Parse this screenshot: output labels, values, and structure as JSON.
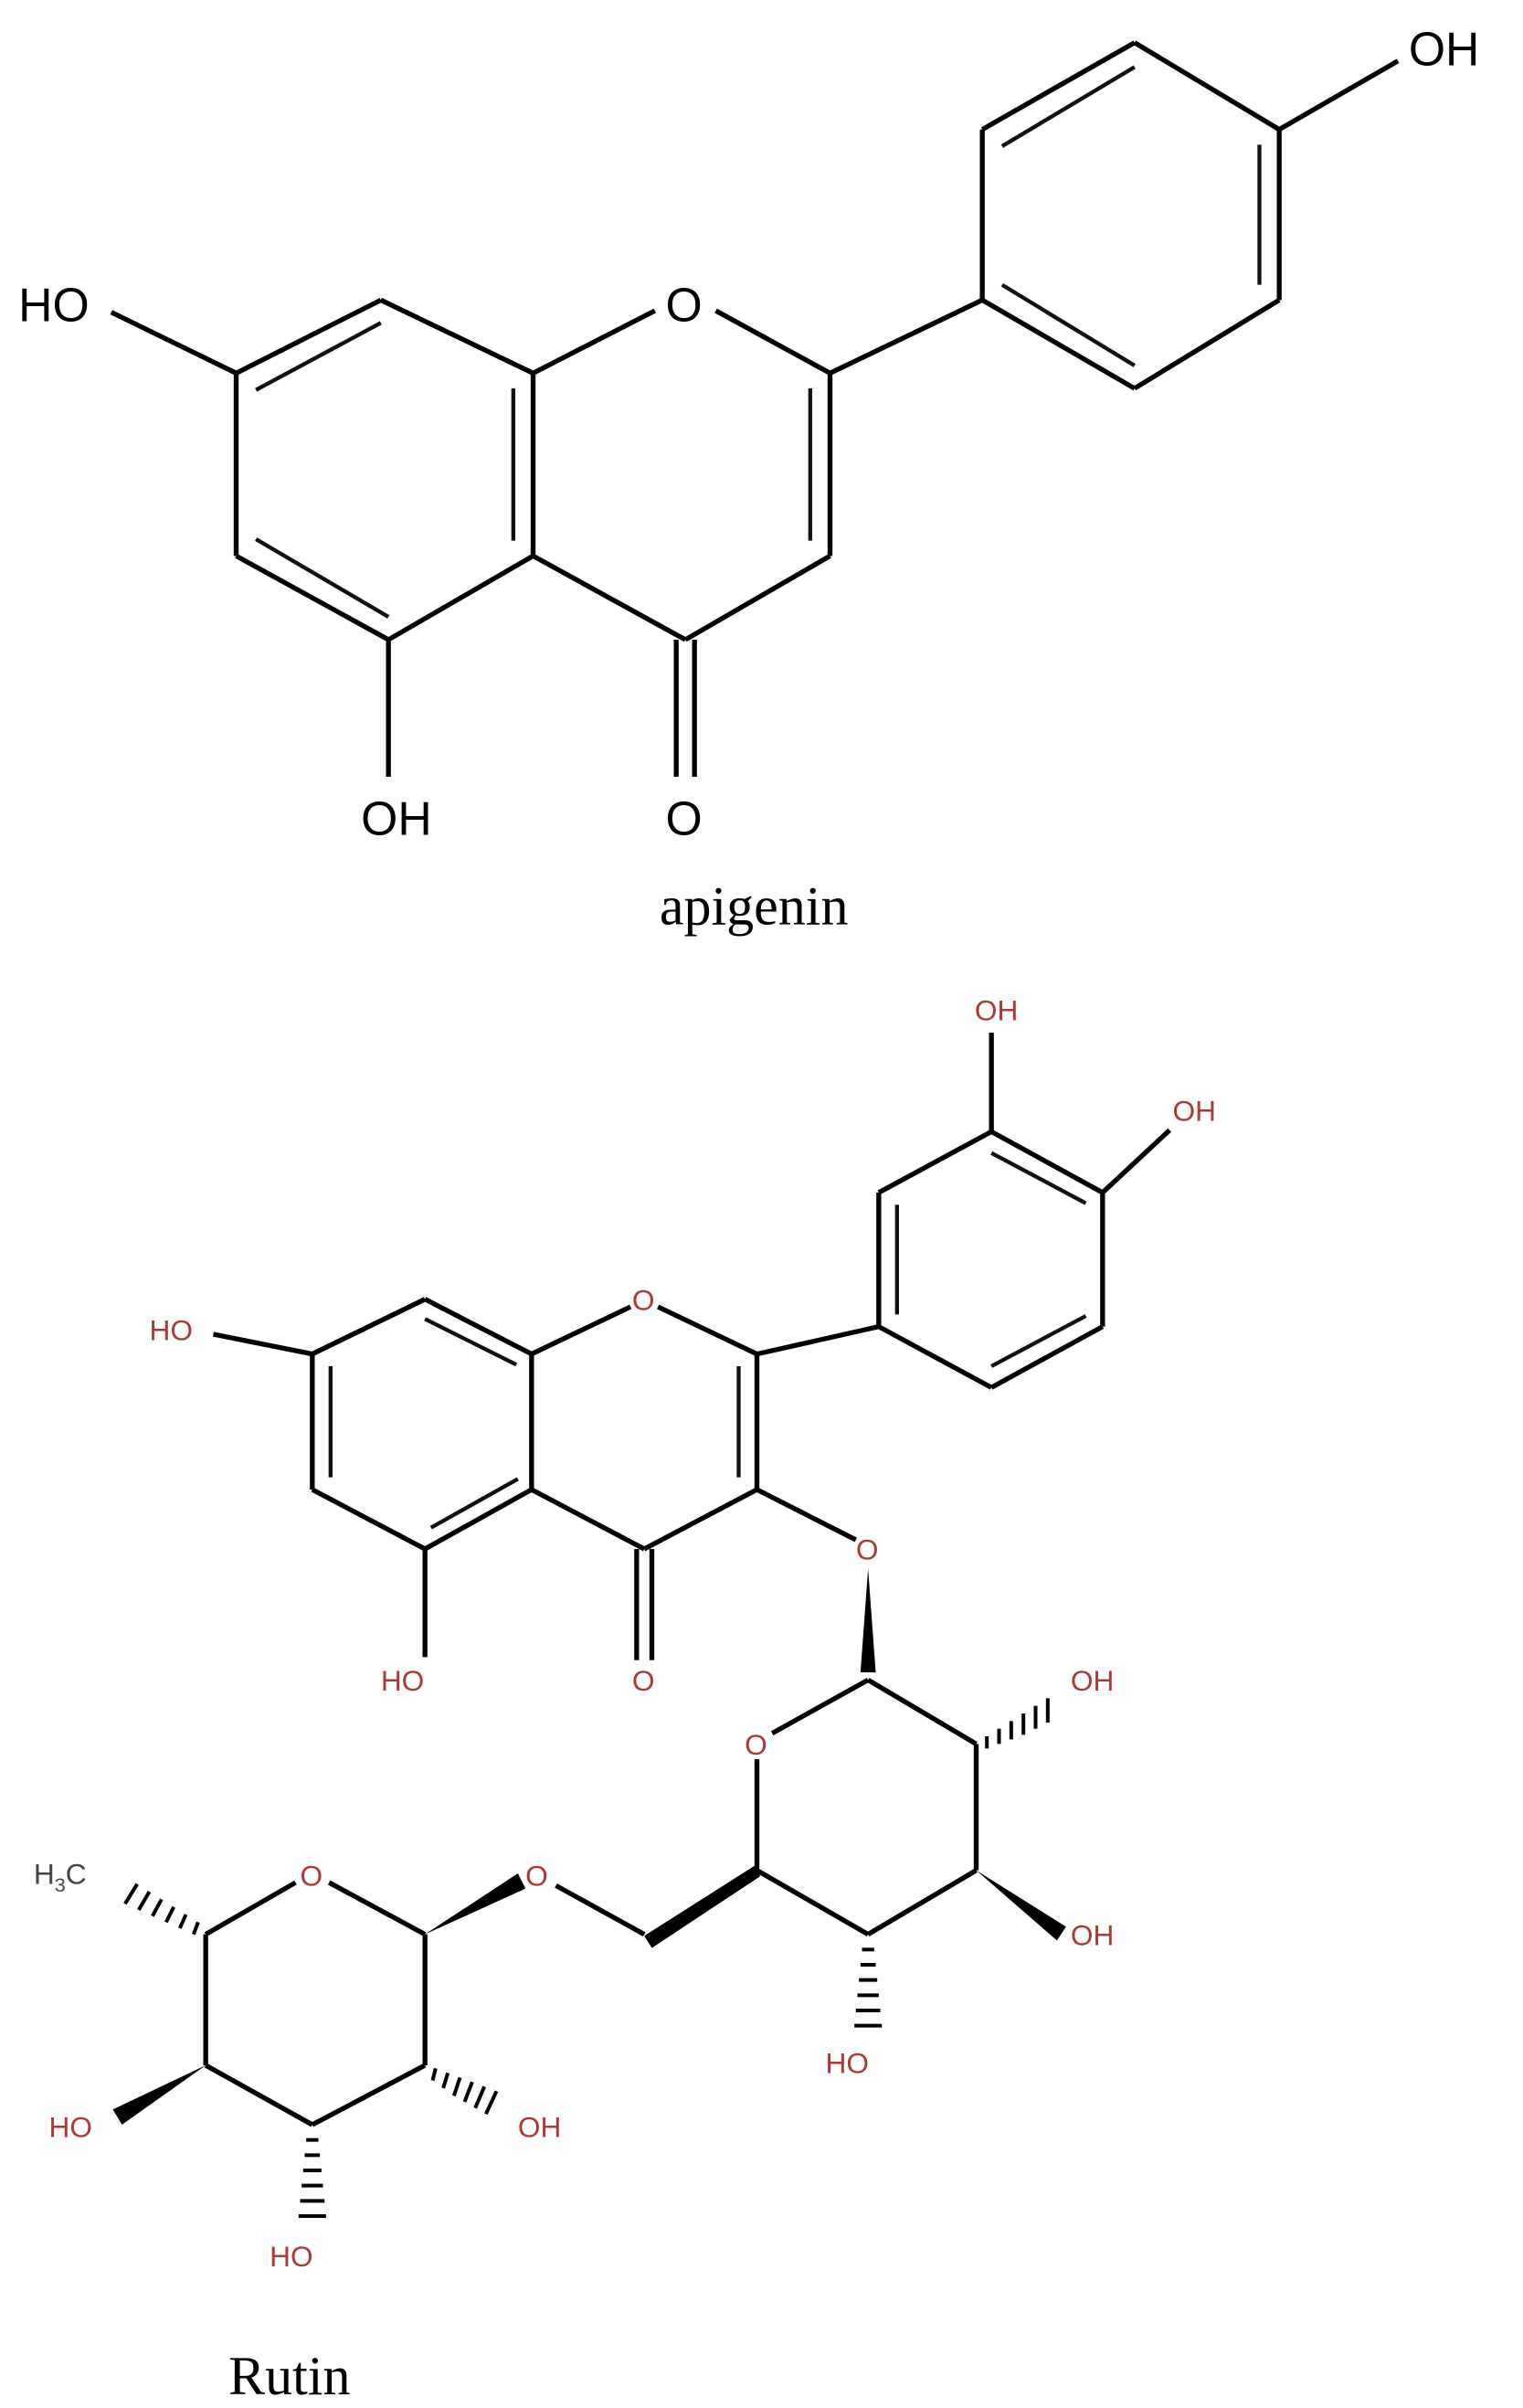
{
  "figure": {
    "structures": [
      {
        "name": "apigenin",
        "caption": "apigenin",
        "labels": {
          "ho7": "HO",
          "o1": "O",
          "oh5": "OH",
          "o4": "O",
          "oh4p": "OH"
        }
      },
      {
        "name": "rutin",
        "caption": "Rutin",
        "labels": {
          "ho7": "HO",
          "o1": "O",
          "ho5": "HO",
          "o4": "O",
          "oh3p": "OH",
          "oh4p": "OH",
          "o3": "O",
          "glc_o5": "O",
          "glc_oh2": "OH",
          "glc_oh3": "OH",
          "glc_ho4": "HO",
          "o_link": "O",
          "rha_o5": "O",
          "rha_ch3_h": "H",
          "rha_ch3_sub": "3",
          "rha_ch3_c": "C",
          "rha_ho4": "HO",
          "rha_oh2": "OH",
          "rha_ho3": "HO"
        }
      }
    ],
    "colors": {
      "bond": "#000000",
      "heteroatom_label_rutin": "#a83a3a",
      "methyl_label": "#444444"
    }
  }
}
